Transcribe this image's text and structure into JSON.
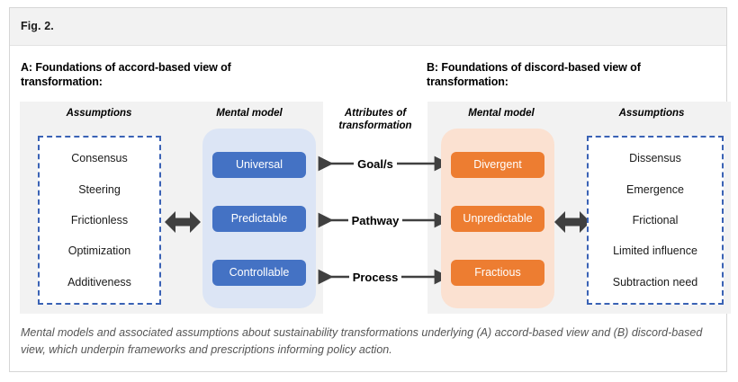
{
  "figure": {
    "header_label": "Fig. 2.",
    "caption": "Mental models and associated assumptions about sustainability transformations underlying (A) accord-based view and (B) discord-based view, which underpin frameworks and prescriptions informing policy action."
  },
  "panel_a": {
    "title": "A: Foundations of accord-based view of transformation:",
    "assumptions_header": "Assumptions",
    "mental_model_header": "Mental model",
    "assumptions": [
      "Consensus",
      "Steering",
      "Frictionless",
      "Optimization",
      "Additiveness"
    ],
    "mental_model": [
      "Universal",
      "Predictable",
      "Controllable"
    ],
    "box_color": "#4472c4",
    "container_color": "#dce5f5"
  },
  "panel_b": {
    "title": "B: Foundations of discord-based view of transformation:",
    "assumptions_header": "Assumptions",
    "mental_model_header": "Mental model",
    "assumptions": [
      "Dissensus",
      "Emergence",
      "Frictional",
      "Limited influence",
      "Subtraction need"
    ],
    "mental_model": [
      "Divergent",
      "Unpredictable",
      "Fractious"
    ],
    "box_color": "#ed7d31",
    "container_color": "#fbe1d1"
  },
  "center": {
    "header_line1": "Attributes of",
    "header_line2": "transformation",
    "attributes": [
      "Goal/s",
      "Pathway",
      "Process"
    ]
  },
  "colors": {
    "dashed_border": "#3a62b5",
    "arrow": "#404040",
    "panel_background": "#f2f2f2",
    "card_border": "#d6d6d6"
  }
}
